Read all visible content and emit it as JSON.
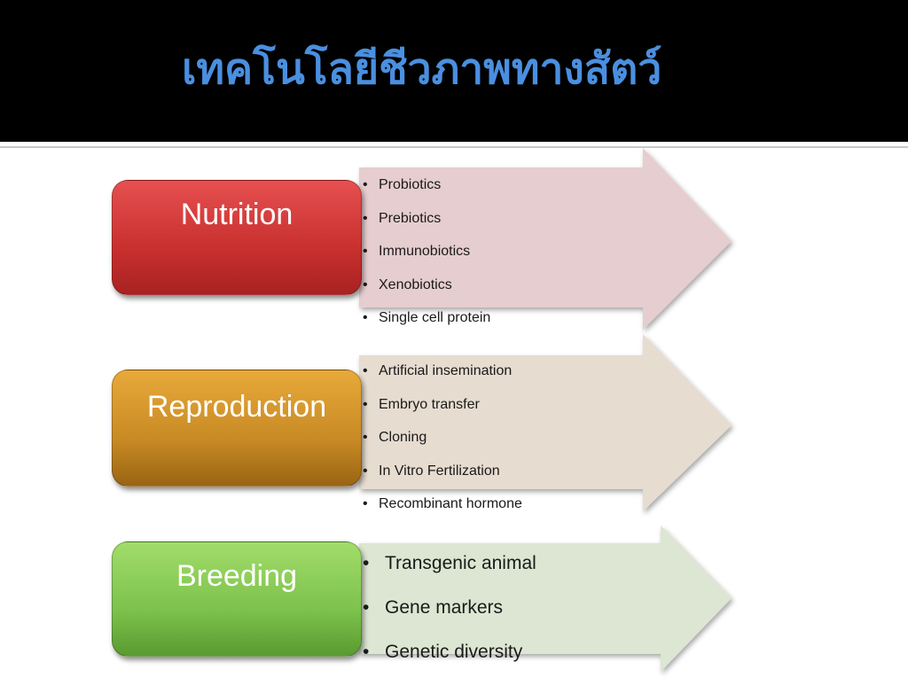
{
  "title": "เทคโนโลยีชีวภาพทางสัตว์",
  "colors": {
    "nutrition_box": "#d23a3a",
    "reproduction_box": "#c88f2a",
    "breeding_box": "#7cc24c",
    "nutrition_arrow": "#e6cdcf",
    "reproduction_arrow": "#e6dcd0",
    "breeding_arrow": "#dce6d2"
  },
  "groups": [
    {
      "category": "Nutrition",
      "items": [
        "Probiotics",
        "Prebiotics",
        "Immunobiotics",
        "Xenobiotics",
        "Single cell protein"
      ]
    },
    {
      "category": "Reproduction",
      "items": [
        "Artificial insemination",
        "Embryo transfer",
        "Cloning",
        "In Vitro Fertilization",
        "Recombinant hormone"
      ]
    },
    {
      "category": "Breeding",
      "items": [
        "Transgenic animal",
        "Gene markers",
        "Genetic diversity"
      ]
    }
  ]
}
